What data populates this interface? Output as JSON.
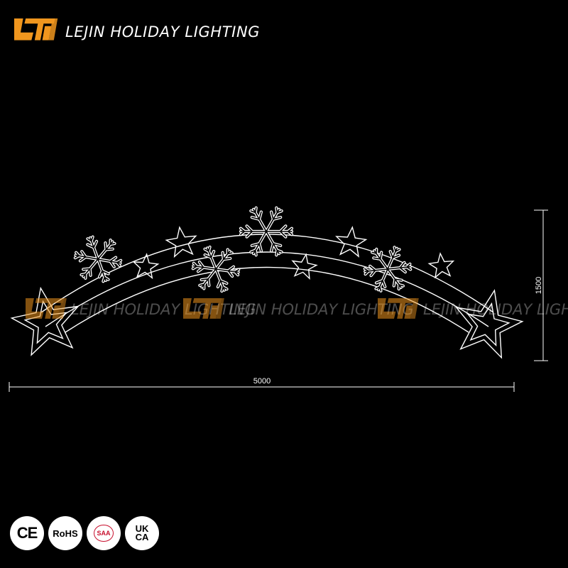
{
  "brand": {
    "name": "LEJIN HOLIDAY LIGHTING",
    "logo_color": "#f0961e"
  },
  "watermark": {
    "text": "LEJIN HOLIDAY LIGHTING",
    "logo_color": "#f0961e"
  },
  "dimensions": {
    "width_label": "5000",
    "height_label": "1500"
  },
  "line_color": "#ffffff",
  "certifications": {
    "ce": "CE",
    "rohs": "RoHS",
    "saa": "SAA",
    "ukca_top": "UK",
    "ukca_bottom": "CA"
  },
  "icons": [
    "star-icon",
    "snowflake-icon",
    "logo-icon"
  ]
}
